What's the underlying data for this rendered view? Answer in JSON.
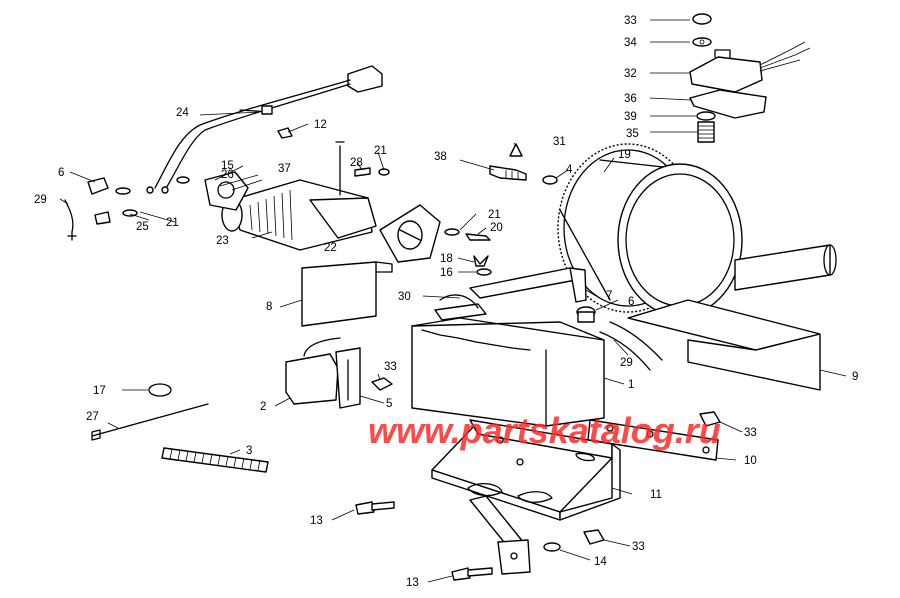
{
  "watermark": "www.partskatalog.ru",
  "labels": {
    "l1": "1",
    "l2": "2",
    "l3": "3",
    "l4": "4",
    "l5": "5",
    "l6a": "6",
    "l6b": "6",
    "l7": "7",
    "l8": "8",
    "l9": "9",
    "l10": "10",
    "l11": "11",
    "l12": "12",
    "l13a": "13",
    "l13b": "13",
    "l14": "14",
    "l15": "15",
    "l16": "16",
    "l17": "17",
    "l18": "18",
    "l19": "19",
    "l20": "20",
    "l21a": "21",
    "l21b": "21",
    "l21c": "21",
    "l22": "22",
    "l23": "23",
    "l24": "24",
    "l25": "25",
    "l26": "26",
    "l27": "27",
    "l28": "28",
    "l29a": "29",
    "l29b": "29",
    "l30": "30",
    "l31": "31",
    "l32": "32",
    "l33a": "33",
    "l33b": "33",
    "l33c": "33",
    "l33d": "33",
    "l34": "34",
    "l35": "35",
    "l36": "36",
    "l37": "37",
    "l38": "38",
    "l39": "39"
  }
}
